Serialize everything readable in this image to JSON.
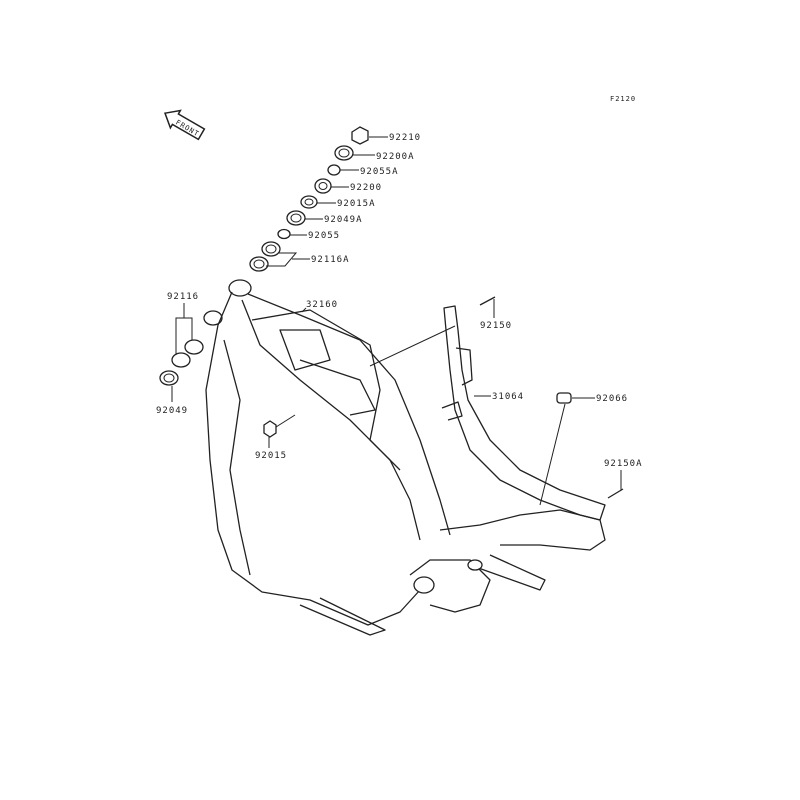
{
  "diagram_code": "F2120",
  "front_arrow": "FRONT",
  "parts": {
    "p92210": "92210",
    "p92200A": "92200A",
    "p92055A": "92055A",
    "p92200": "92200",
    "p92015A": "92015A",
    "p92049A": "92049A",
    "p92055": "92055",
    "p92116A": "92116A",
    "p92116": "92116",
    "p92049": "92049",
    "p32160": "32160",
    "p92150": "92150",
    "p31064": "31064",
    "p92066": "92066",
    "p92015": "92015",
    "p92150A": "92150A"
  }
}
